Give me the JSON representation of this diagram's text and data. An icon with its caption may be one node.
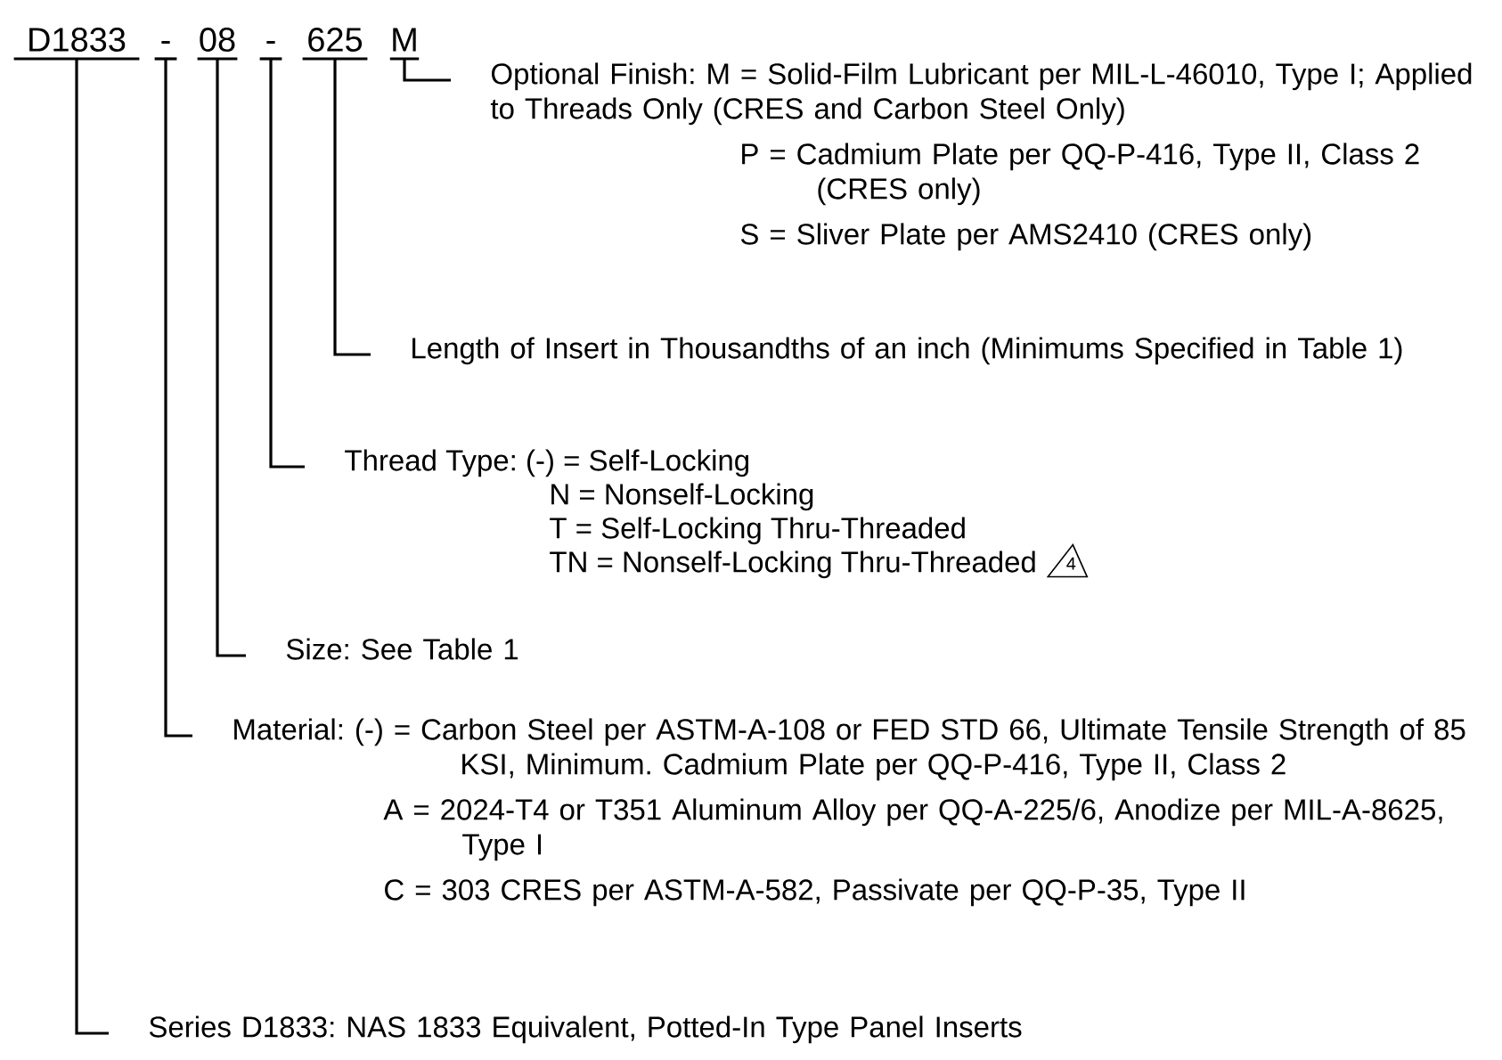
{
  "diagram": {
    "nodes": [
      {
        "text": [
          "D1833"
        ]
      },
      {
        "text": [
          "-"
        ]
      },
      {
        "text": [
          "08"
        ]
      },
      {
        "text": [
          "-"
        ]
      },
      {
        "text": [
          "625"
        ]
      },
      {
        "text": [
          "M"
        ]
      },
      {
        "text": [
          "Optional Finish: M = Solid-Film Lubricant per MIL-L-46010, Type I; Applied to Threads Only (CRES and Carbon Steel Only)",
          "P = Cadmium Plate per QQ-P-416, Type II, Class 2 (CRES only)",
          "S = Sliver Plate per AMS2410 (CRES only)"
        ]
      },
      {
        "text": [
          "Length of Insert in Thousandths of an inch (Minimums Specified in Table 1)"
        ]
      },
      {
        "text": [
          "Thread Type: (-) = Self-Locking",
          "N = Nonself-Locking",
          "T = Self-Locking Thru-Threaded",
          "TN = Nonself-Locking Thru-Threaded"
        ],
        "beside": [
          "4"
        ]
      },
      {
        "text": [
          "Size: See Table 1"
        ]
      },
      {
        "text": [
          "Material: (-) = Carbon Steel per ASTM-A-108 or FED STD 66, Ultimate Tensile Strength of 85 KSI, Minimum. Cadmium Plate per QQ-P-416, Type II, Class 2",
          "A = 2024-T4 or T351 Aluminum Alloy per QQ-A-225/6, Anodize per MIL-A-8625, Type I",
          "C = 303 CRES per ASTM-A-582, Passivate per QQ-P-35, Type II"
        ]
      },
      {
        "text": [
          "Series D1833: NAS 1833 Equivalent, Potted-In Type Panel Inserts"
        ]
      }
    ],
    "edges": [
      {
        "from": 5,
        "to": 6,
        "arrow": "none"
      },
      {
        "from": 4,
        "to": 7,
        "arrow": "none"
      },
      {
        "from": 3,
        "to": 8,
        "arrow": "none"
      },
      {
        "from": 2,
        "to": 9,
        "arrow": "none"
      },
      {
        "from": 1,
        "to": 10,
        "arrow": "none"
      },
      {
        "from": 0,
        "to": 11,
        "arrow": "none"
      }
    ]
  }
}
